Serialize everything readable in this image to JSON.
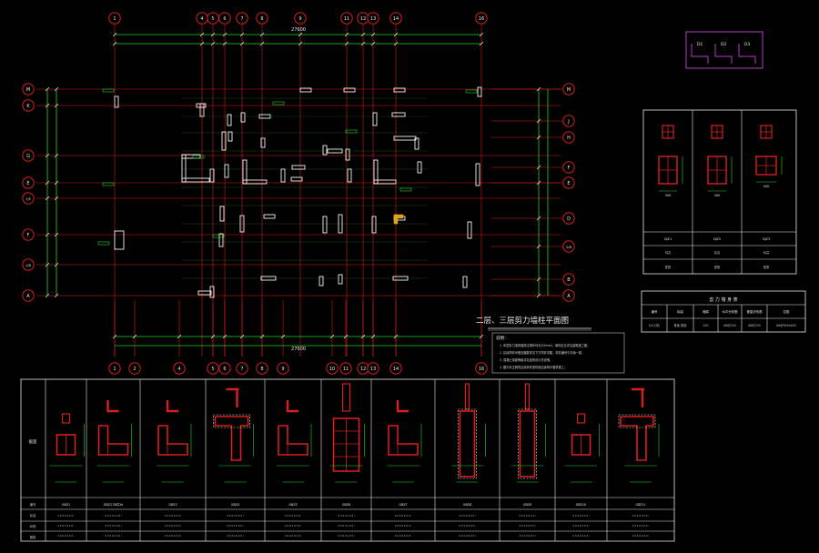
{
  "drawing": {
    "plan_title": "二层、三层剪力墙柱平面图",
    "notes_heading": "说明：",
    "notes": [
      "1. 本层剪力墙厚度除注明外均为200mm，墙体定位详见建筑施工图。",
      "2. 边缘构件纵筋及箍筋详见下方构件详图，构件编号与平面一致。",
      "3. 混凝土强度等级详见结构设计总说明。",
      "4. 图中未注明的边缘构件按构造边缘构件要求施工。"
    ],
    "overall_dim_top": "27600",
    "overall_dim_bottom": "27600"
  },
  "axes_top": [
    "1",
    "4",
    "5",
    "6",
    "7",
    "8",
    "9",
    "11",
    "12",
    "13",
    "14",
    "16"
  ],
  "axes_bottom": [
    "1",
    "2",
    "4",
    "5",
    "6",
    "7",
    "8",
    "9",
    "10",
    "11",
    "12",
    "13",
    "14",
    "16"
  ],
  "axes_left": [
    "M",
    "K",
    "G",
    "E",
    "1/E",
    "F",
    "1/B",
    "A"
  ],
  "axes_right": [
    "M",
    "J",
    "H",
    "F",
    "E",
    "D",
    "2/B",
    "B",
    "A"
  ],
  "legend_panels": [
    "D1",
    "D2",
    "D3"
  ],
  "right_sections": {
    "labels": [
      "GJZ1",
      "GJZ2",
      "GJZ3"
    ],
    "dims": [
      "300",
      "300",
      "400"
    ],
    "row2": [
      "标高",
      "标高",
      "标高"
    ],
    "row3": [
      "配筋",
      "配筋",
      "配筋"
    ]
  },
  "schedule_small": {
    "title": "剪 力 墙 身 表",
    "headers": [
      "编号",
      "标高",
      "墙厚",
      "水平分布筋",
      "垂直分布筋",
      "拉筋"
    ],
    "row": [
      "Q1(2排)",
      "基础-屋面",
      "200",
      "Φ8@200",
      "Φ8@200",
      "Φ6@600x600"
    ]
  },
  "bottom_table": {
    "row_header": "截面",
    "row_labels": [
      "编号",
      "标高",
      "纵筋",
      "箍筋"
    ],
    "columns": [
      "GBZ1",
      "GBZ2 GBZ2a",
      "GBZ3",
      "GBZ4",
      "GBZ5",
      "GBZ6",
      "GBZ7",
      "GBZ8",
      "GBZ9",
      "GBZ10",
      "GBZ11"
    ]
  }
}
